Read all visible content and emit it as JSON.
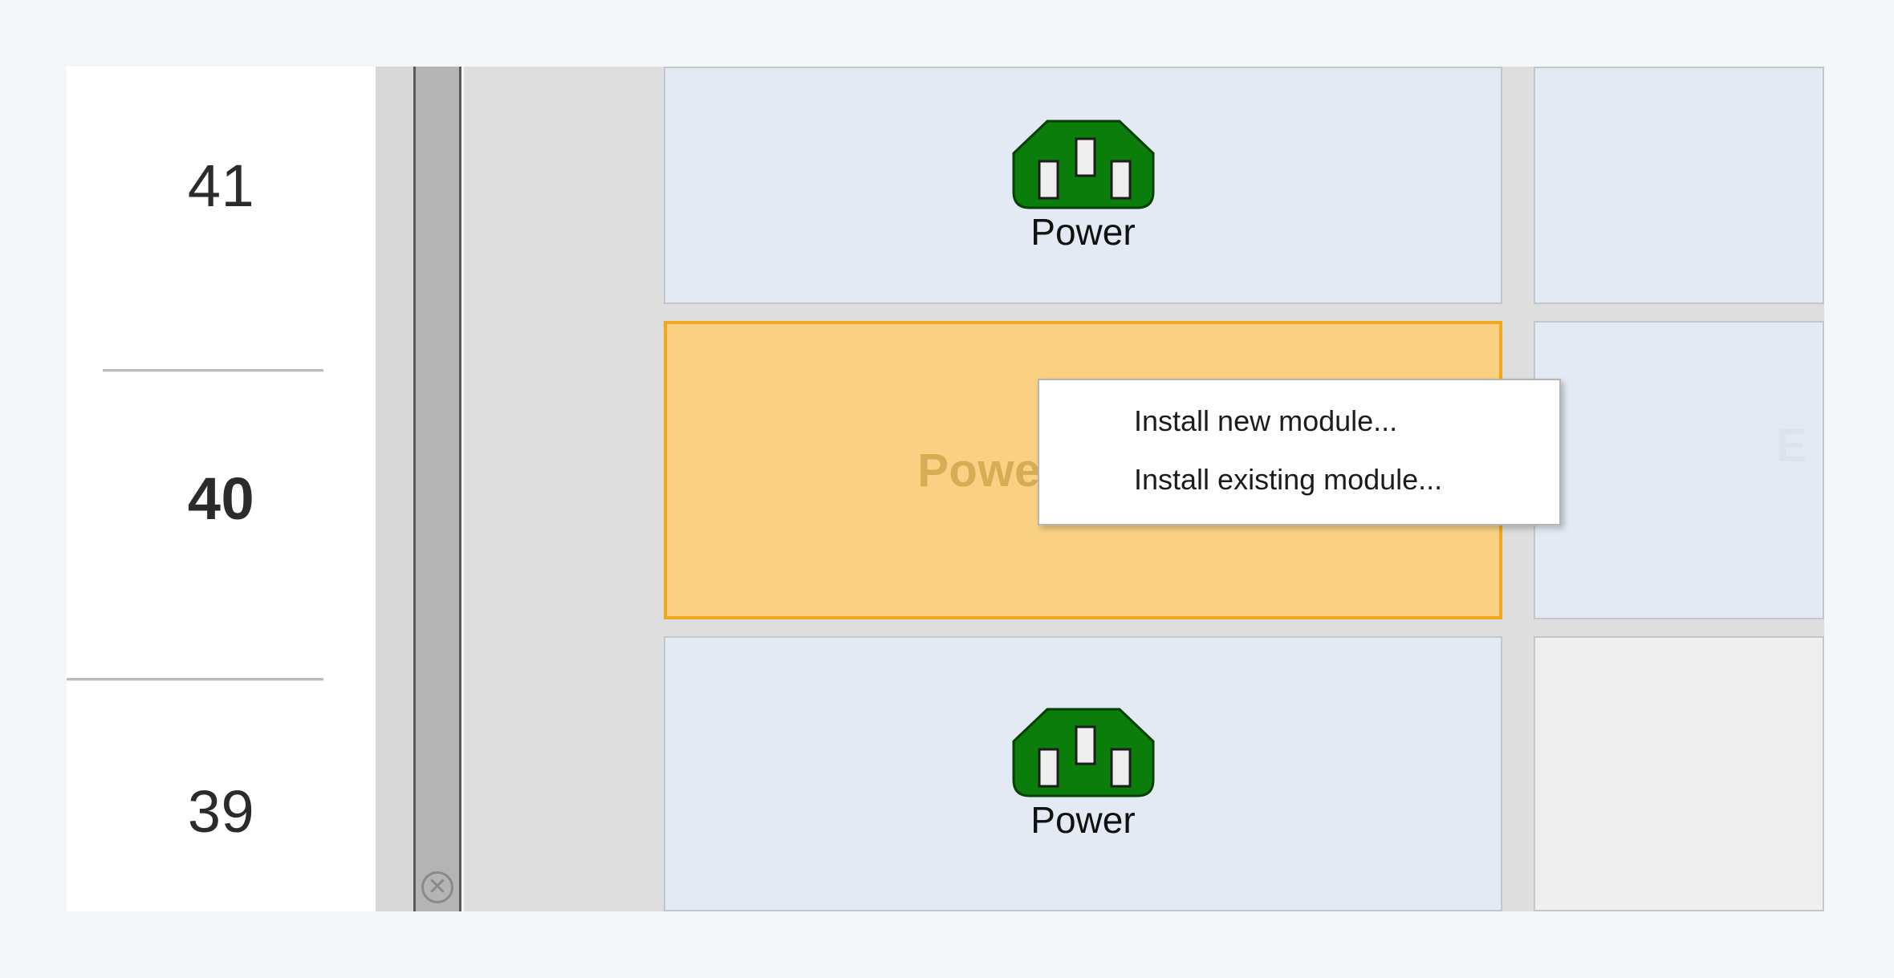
{
  "app": {
    "view": "rack-elevation"
  },
  "colors": {
    "page_background": "#f4f6f9",
    "chassis": "#dedede",
    "slot_blue": "#e3eaf4",
    "slot_grey": "#efefef",
    "slot_selected_fill": "#fad182",
    "slot_selected_border": "#f0a81e",
    "module_green": "#0b7d0b",
    "rail_light": "#d8d8d8",
    "rail_dark": "#b4b4b4",
    "ghost_text": "#d6ad55"
  },
  "unit_column": {
    "units": [
      {
        "number": "41",
        "selected": false
      },
      {
        "number": "40",
        "selected": true
      },
      {
        "number": "39",
        "selected": false
      }
    ]
  },
  "rail": {
    "close_icon": "circled-x-icon"
  },
  "slots": {
    "left_column": [
      {
        "unit": "41",
        "state": "occupied",
        "module": {
          "icon": "power-connector-icon",
          "label": "Power"
        }
      },
      {
        "unit": "40",
        "state": "selected-empty",
        "module": {
          "icon": "none",
          "label": "Power"
        }
      },
      {
        "unit": "39",
        "state": "occupied",
        "module": {
          "icon": "power-connector-icon",
          "label": "Power"
        }
      }
    ],
    "right_column": [
      {
        "unit": "41",
        "state": "empty-blue",
        "label": ""
      },
      {
        "unit": "40",
        "state": "empty-blue",
        "label": "E"
      },
      {
        "unit": "39",
        "state": "empty-grey",
        "label": ""
      }
    ]
  },
  "context_menu": {
    "items": [
      {
        "label": "Install new module...",
        "action": "install-new-module"
      },
      {
        "label": "Install existing module...",
        "action": "install-existing-module"
      }
    ]
  }
}
